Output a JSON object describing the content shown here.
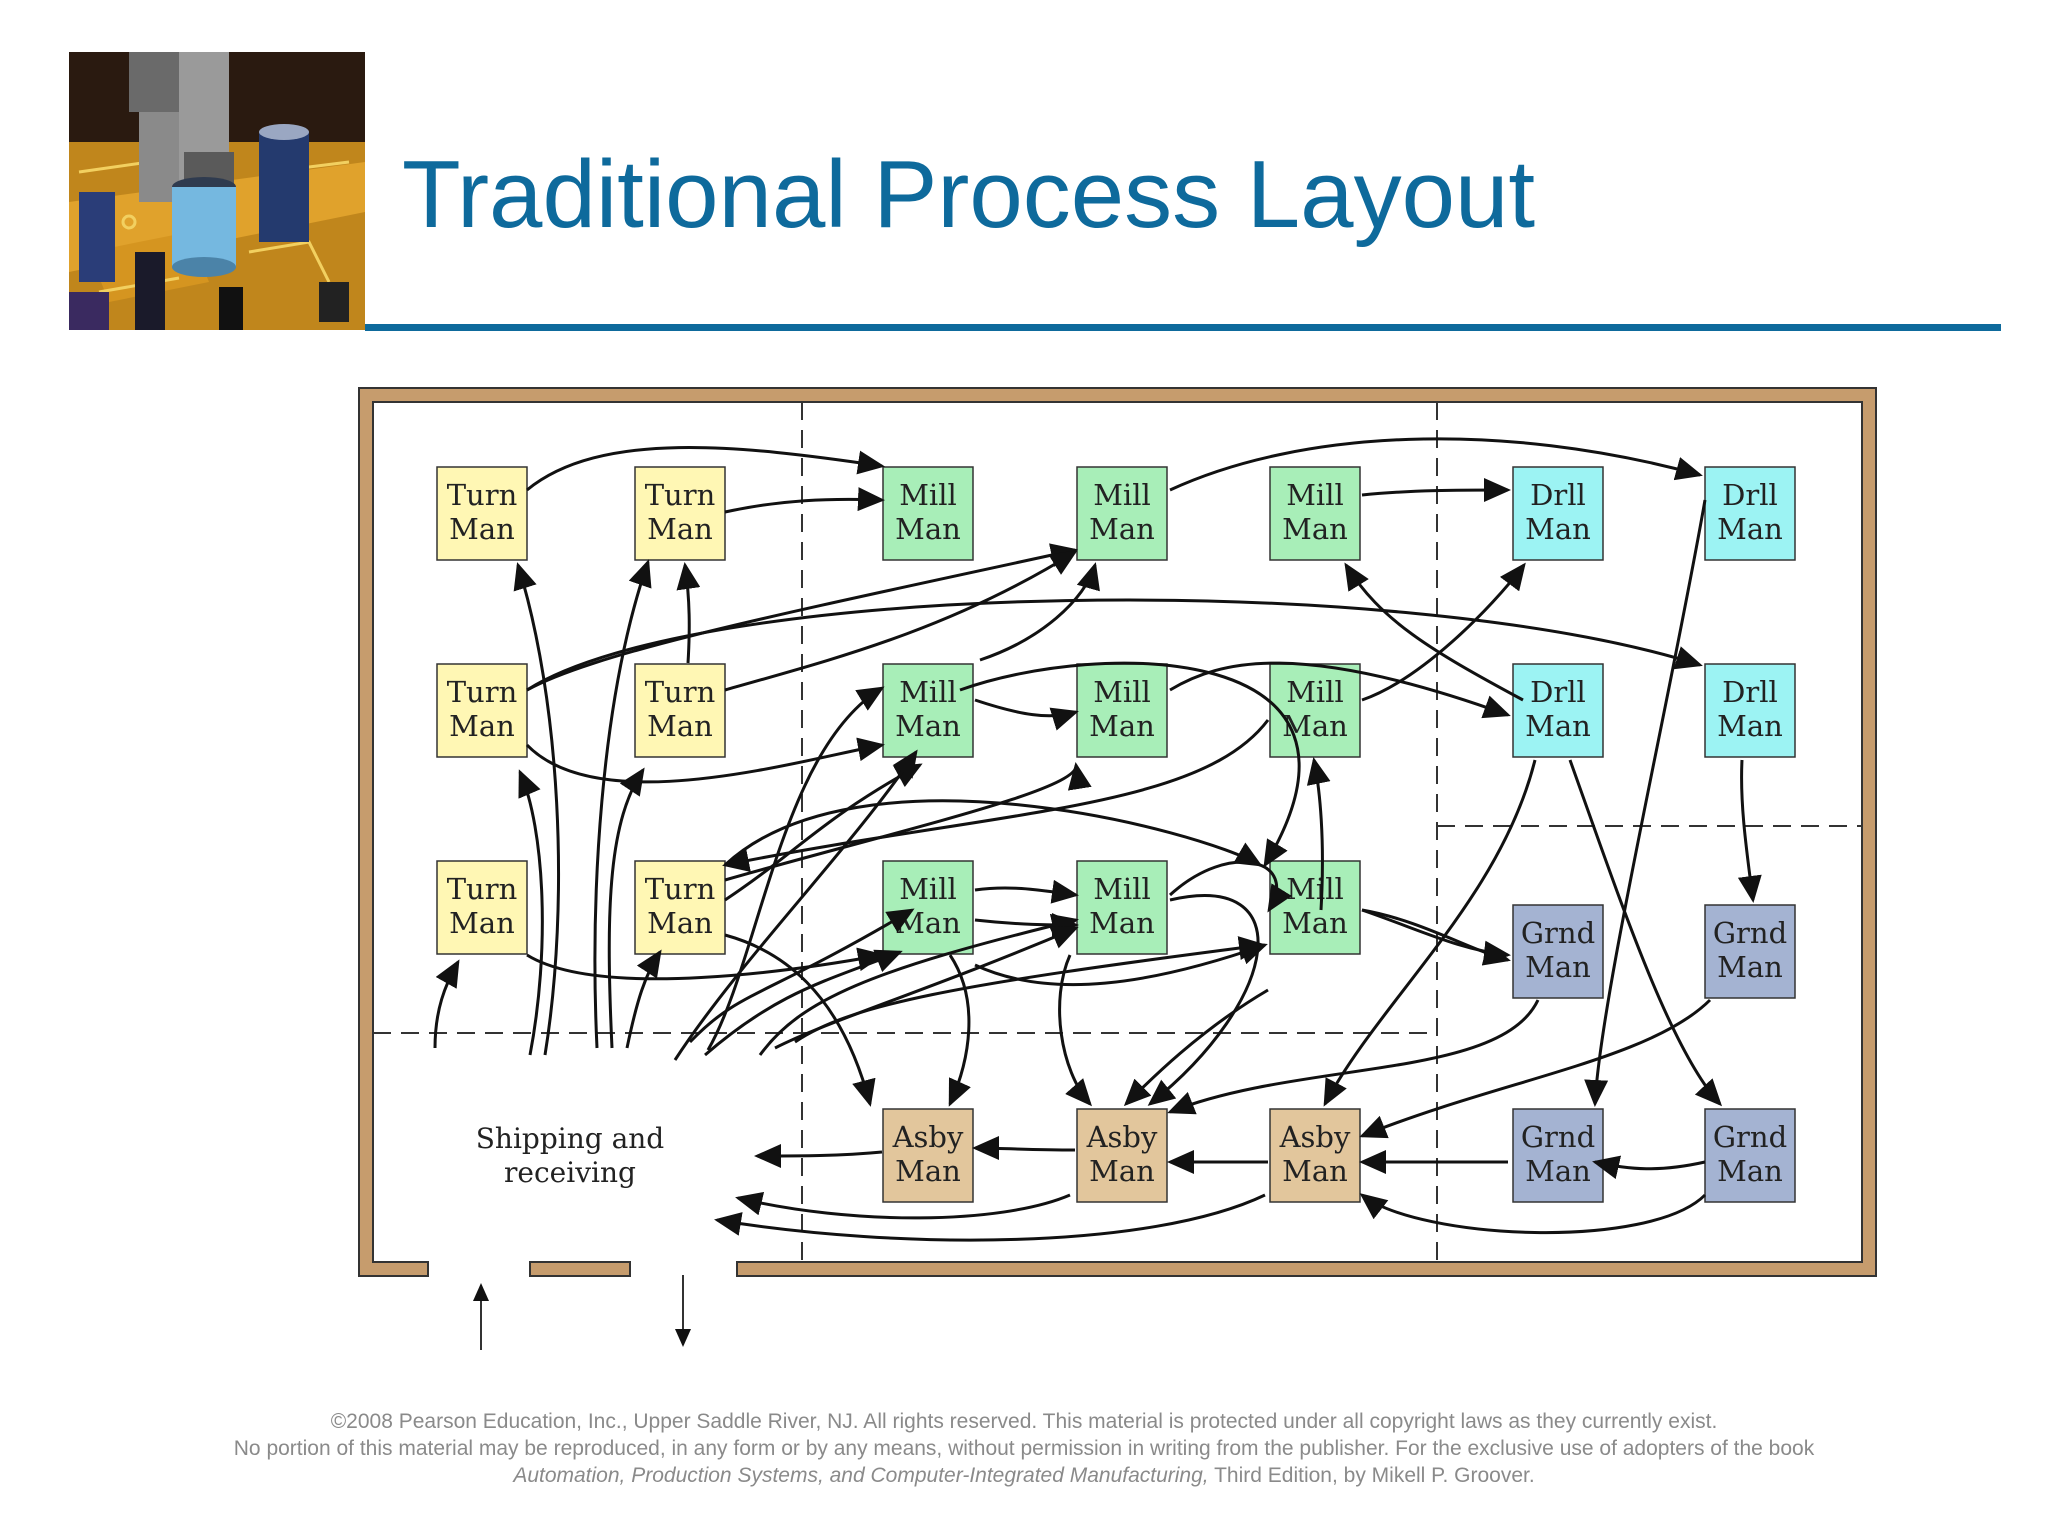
{
  "title": "Traditional Process Layout",
  "colors": {
    "title": "#0E6A9C",
    "wall": "#C69C6D",
    "turn": "#FFF7B4",
    "mill": "#A8EEB8",
    "drill": "#9CF3F3",
    "grind": "#A4B3D2",
    "assembly": "#E2C69C"
  },
  "machines": [
    {
      "id": "t1",
      "type": "turn",
      "line1": "Turn",
      "line2": "Man"
    },
    {
      "id": "t2",
      "type": "turn",
      "line1": "Turn",
      "line2": "Man"
    },
    {
      "id": "t3",
      "type": "turn",
      "line1": "Turn",
      "line2": "Man"
    },
    {
      "id": "t4",
      "type": "turn",
      "line1": "Turn",
      "line2": "Man"
    },
    {
      "id": "t5",
      "type": "turn",
      "line1": "Turn",
      "line2": "Man"
    },
    {
      "id": "t6",
      "type": "turn",
      "line1": "Turn",
      "line2": "Man"
    },
    {
      "id": "m1",
      "type": "mill",
      "line1": "Mill",
      "line2": "Man"
    },
    {
      "id": "m2",
      "type": "mill",
      "line1": "Mill",
      "line2": "Man"
    },
    {
      "id": "m3",
      "type": "mill",
      "line1": "Mill",
      "line2": "Man"
    },
    {
      "id": "m4",
      "type": "mill",
      "line1": "Mill",
      "line2": "Man"
    },
    {
      "id": "m5",
      "type": "mill",
      "line1": "Mill",
      "line2": "Man"
    },
    {
      "id": "m6",
      "type": "mill",
      "line1": "Mill",
      "line2": "Man"
    },
    {
      "id": "m7",
      "type": "mill",
      "line1": "Mill",
      "line2": "Man"
    },
    {
      "id": "m8",
      "type": "mill",
      "line1": "Mill",
      "line2": "Man"
    },
    {
      "id": "m9",
      "type": "mill",
      "line1": "Mill",
      "line2": "Man"
    },
    {
      "id": "d1",
      "type": "drill",
      "line1": "Drll",
      "line2": "Man"
    },
    {
      "id": "d2",
      "type": "drill",
      "line1": "Drll",
      "line2": "Man"
    },
    {
      "id": "d3",
      "type": "drill",
      "line1": "Drll",
      "line2": "Man"
    },
    {
      "id": "d4",
      "type": "drill",
      "line1": "Drll",
      "line2": "Man"
    },
    {
      "id": "g1",
      "type": "grind",
      "line1": "Grnd",
      "line2": "Man"
    },
    {
      "id": "g2",
      "type": "grind",
      "line1": "Grnd",
      "line2": "Man"
    },
    {
      "id": "g3",
      "type": "grind",
      "line1": "Grnd",
      "line2": "Man"
    },
    {
      "id": "g4",
      "type": "grind",
      "line1": "Grnd",
      "line2": "Man"
    },
    {
      "id": "a1",
      "type": "assembly",
      "line1": "Asby",
      "line2": "Man"
    },
    {
      "id": "a2",
      "type": "assembly",
      "line1": "Asby",
      "line2": "Man"
    },
    {
      "id": "a3",
      "type": "assembly",
      "line1": "Asby",
      "line2": "Man"
    }
  ],
  "shipping": {
    "line1": "Shipping and",
    "line2": "receiving"
  },
  "footer": {
    "line1": "©2008 Pearson Education, Inc., Upper Saddle River, NJ.  All rights reserved.  This material is protected under all copyright laws as they currently exist.",
    "line2": "No portion of this material may be reproduced, in any form or by any means, without permission in writing from the publisher.  For the exclusive use of adopters of the book",
    "line3_italic": "Automation, Production Systems, and Computer-Integrated Manufacturing,",
    "line3_rest": " Third Edition, by Mikell P. Groover."
  }
}
